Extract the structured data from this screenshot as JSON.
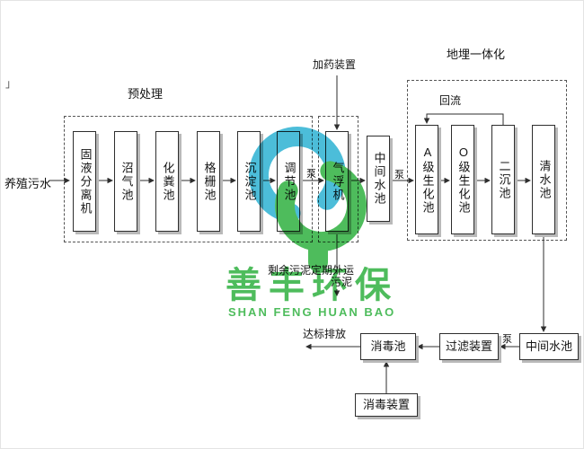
{
  "page": {
    "margin_mark": "」"
  },
  "flow": {
    "influent": "养殖污水",
    "pretreatment": "预处理",
    "dosing_device": "加药装置",
    "buried_integration": "地埋一体化",
    "reflux": "回流",
    "pump": "泵",
    "discharge": "达标排放",
    "sludge": "污泥",
    "sludge_out": "剩余污泥定期外运",
    "tanks": {
      "solid_liquid_separator": "固液分离机",
      "biogas": "沼气池",
      "septic": "化粪池",
      "bar_screen": "格栅池",
      "sedimentation": "沉淀池",
      "regulating": "调节池",
      "air_flotation": "气浮机",
      "intermediate_1": "中间水池",
      "a_bio": "A级生化池",
      "o_bio": "O级生化池",
      "secondary_clarifier": "二沉池",
      "clean_water": "清水池",
      "intermediate_2": "中间水池",
      "filter_device": "过滤装置",
      "disinfection_tank": "消毒池",
      "disinfection_device": "消毒装置"
    }
  },
  "watermark": {
    "brand_cn": "善丰环保",
    "brand_en": "SHAN FENG HUAN BAO",
    "green": "#3ab54a",
    "cyan": "#38b6d5"
  }
}
